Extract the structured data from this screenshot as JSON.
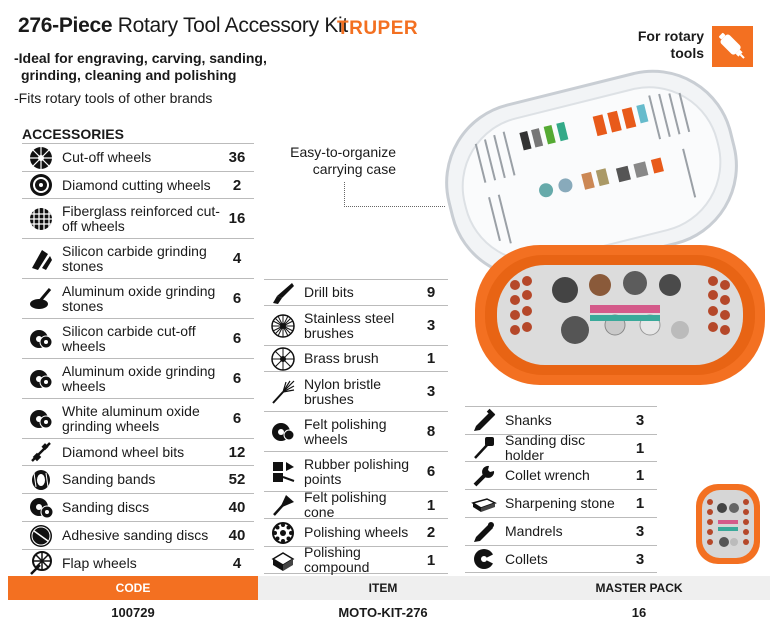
{
  "header": {
    "title_bold": "276-Piece",
    "title_rest": " Rotary Tool Accessory Kit",
    "brand": "TRUPER",
    "bullet1": "-Ideal for engraving, carving, sanding,",
    "bullet1b": "grinding, cleaning and polishing",
    "bullet2": "-Fits rotary tools of other brands",
    "rotary_line1": "For rotary",
    "rotary_line2": "tools"
  },
  "accessories_title": "ACCESSORIES",
  "case_label_line1": "Easy-to-organize",
  "case_label_line2": "carrying case",
  "col1": [
    {
      "name": "Cut-off wheels",
      "qty": "36",
      "icon": "cut-off-wheel-icon"
    },
    {
      "name": "Diamond cutting wheels",
      "qty": "2",
      "icon": "diamond-wheel-icon"
    },
    {
      "name": "Fiberglass reinforced cut-off wheels",
      "qty": "16",
      "icon": "fiberglass-wheel-icon"
    },
    {
      "name": "Silicon carbide grinding stones",
      "qty": "4",
      "icon": "grinding-stone-icon"
    },
    {
      "name": "Aluminum oxide grinding stones",
      "qty": "6",
      "icon": "grinding-stone-icon"
    },
    {
      "name": "Silicon carbide cut-off wheels",
      "qty": "6",
      "icon": "cut-off-disc-icon"
    },
    {
      "name": "Aluminum oxide grinding wheels",
      "qty": "6",
      "icon": "cut-off-disc-icon"
    },
    {
      "name": "White aluminum oxide grinding wheels",
      "qty": "6",
      "icon": "cut-off-disc-icon"
    },
    {
      "name": "Diamond wheel bits",
      "qty": "12",
      "icon": "wheel-bit-icon"
    },
    {
      "name": "Sanding bands",
      "qty": "52",
      "icon": "sanding-band-icon"
    },
    {
      "name": "Sanding discs",
      "qty": "40",
      "icon": "sanding-disc-icon"
    },
    {
      "name": "Adhesive sanding discs",
      "qty": "40",
      "icon": "adhesive-disc-icon"
    },
    {
      "name": "Flap wheels",
      "qty": "4",
      "icon": "flap-wheel-icon"
    }
  ],
  "col2": [
    {
      "name": "Drill bits",
      "qty": "9",
      "icon": "drill-bit-icon"
    },
    {
      "name": "Stainless steel brushes",
      "qty": "3",
      "icon": "steel-brush-icon"
    },
    {
      "name": "Brass brush",
      "qty": "1",
      "icon": "brass-brush-icon"
    },
    {
      "name": "Nylon bristle brushes",
      "qty": "3",
      "icon": "nylon-brush-icon"
    },
    {
      "name": "Felt polishing wheels",
      "qty": "8",
      "icon": "felt-wheel-icon"
    },
    {
      "name": "Rubber polishing points",
      "qty": "6",
      "icon": "rubber-point-icon"
    },
    {
      "name": "Felt polishing cone",
      "qty": "1",
      "icon": "felt-cone-icon"
    },
    {
      "name": "Polishing wheels",
      "qty": "2",
      "icon": "polishing-wheel-icon"
    },
    {
      "name": "Polishing compound",
      "qty": "1",
      "icon": "compound-icon"
    }
  ],
  "col3": [
    {
      "name": "Shanks",
      "qty": "3",
      "icon": "shank-icon"
    },
    {
      "name": "Sanding disc holder",
      "qty": "1",
      "icon": "disc-holder-icon"
    },
    {
      "name": "Collet wrench",
      "qty": "1",
      "icon": "wrench-icon"
    },
    {
      "name": "Sharpening stone",
      "qty": "1",
      "icon": "sharpening-stone-icon"
    },
    {
      "name": "Mandrels",
      "qty": "3",
      "icon": "mandrel-icon"
    },
    {
      "name": "Collets",
      "qty": "3",
      "icon": "collet-icon"
    }
  ],
  "footer": {
    "code_label": "CODE",
    "item_label": "ITEM",
    "pack_label": "MASTER PACK",
    "code": "100729",
    "item": "MOTO-KIT-276",
    "pack": "16"
  },
  "colors": {
    "accent": "#f37021",
    "case_orange": "#f37021"
  }
}
